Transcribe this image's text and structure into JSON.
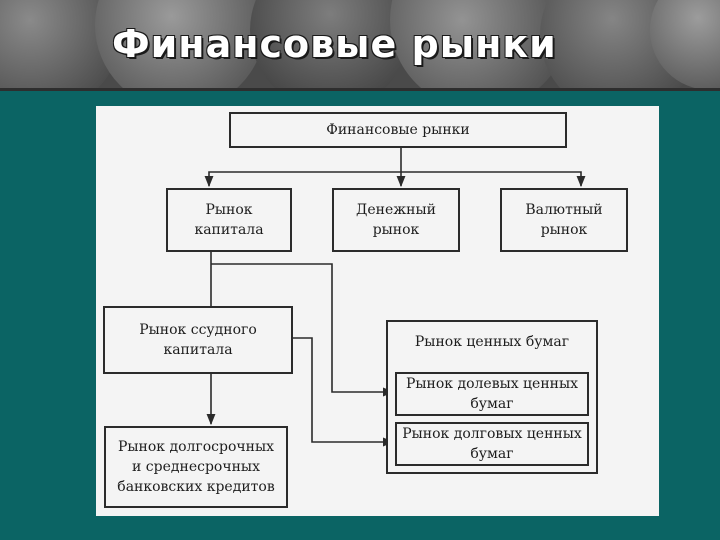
{
  "slide": {
    "title": "Финансовые рынки"
  },
  "diagram": {
    "nodes": {
      "root": "Финансовые рынки",
      "capital_market": "Рынок\nкапитала",
      "money_market": "Денежный\nрынок",
      "currency_market": "Валютный\nрынок",
      "loan_capital_market": "Рынок ссудного\nкапитала",
      "long_term_credit": "Рынок долгосрочных\nи среднесрочных\nбанковских кредитов",
      "securities_market": "Рынок ценных бумаг",
      "equity_securities": "Рынок долевых ценных\nбумаг",
      "debt_securities": "Рынок долговых ценных\nбумаг"
    },
    "edges": [
      [
        "root",
        "capital_market"
      ],
      [
        "root",
        "money_market"
      ],
      [
        "root",
        "currency_market"
      ],
      [
        "capital_market",
        "equity_securities"
      ],
      [
        "capital_market",
        "loan_capital_market"
      ],
      [
        "loan_capital_market",
        "long_term_credit"
      ],
      [
        "loan_capital_market",
        "debt_securities"
      ]
    ],
    "colors": {
      "background": "#0b6464",
      "paper": "#f4f4f4",
      "ink": "#2b2b2b"
    }
  }
}
